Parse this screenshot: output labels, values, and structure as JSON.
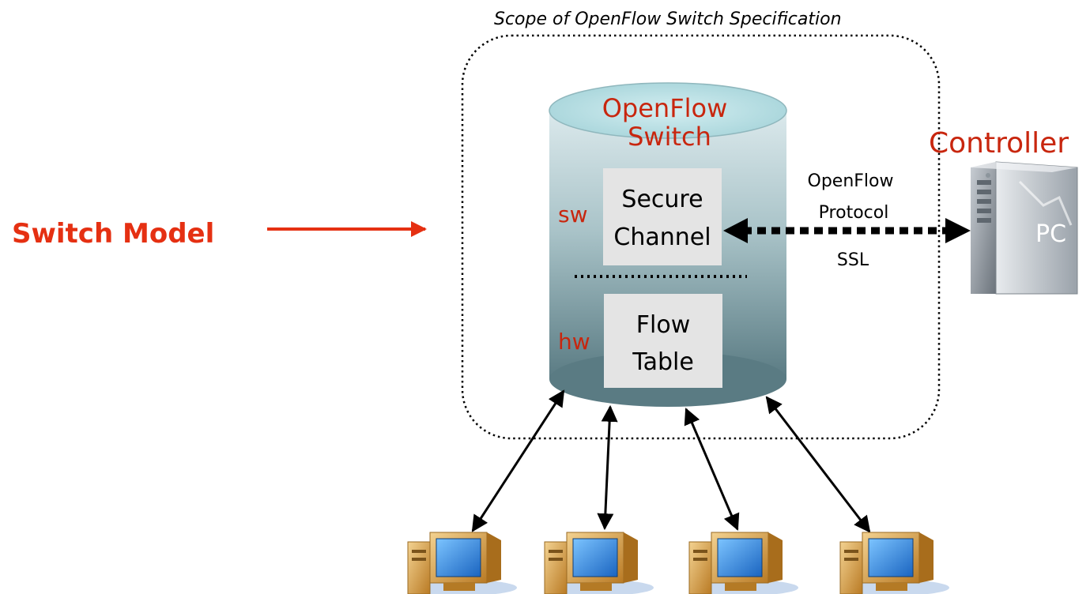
{
  "scope": {
    "title": "Scope of OpenFlow Switch Specification"
  },
  "switch_model": {
    "label": "Switch Model"
  },
  "switch": {
    "name_line1": "OpenFlow",
    "name_line2": "Switch",
    "sw_label": "sw",
    "hw_label": "hw",
    "secure_channel_line1": "Secure",
    "secure_channel_line2": "Channel",
    "flow_table_line1": "Flow",
    "flow_table_line2": "Table"
  },
  "protocol": {
    "line1": "OpenFlow",
    "line2": "Protocol",
    "line3": "SSL"
  },
  "controller": {
    "label": "Controller",
    "pc_label": "PC"
  },
  "hosts": {
    "count": 4,
    "icon": "desktop-computer-icon"
  },
  "colors": {
    "accent_red": "#e53012",
    "label_red": "#c8260e",
    "cylinder_top": "#b8dfe4",
    "cylinder_body_light": "#d6e6e9",
    "cylinder_body_dark": "#5f7f87",
    "block_fill": "#e4e4e4",
    "monitor_screen": "#2f8be0",
    "monitor_case": "#d49a3a"
  }
}
